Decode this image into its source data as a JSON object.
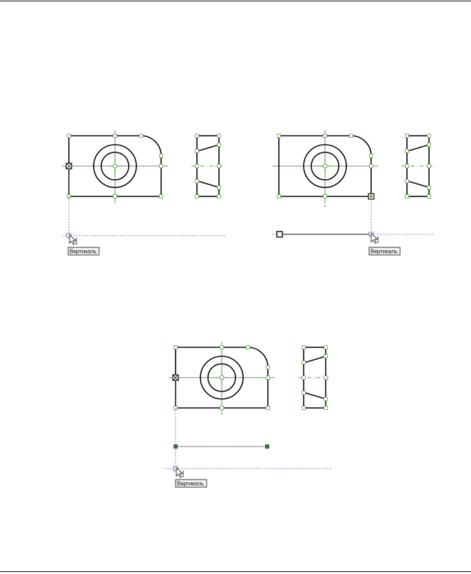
{
  "figures": [
    {
      "id": "fig-1",
      "tooltip": "Вертикаль"
    },
    {
      "id": "fig-2",
      "tooltip": "Вертикаль"
    },
    {
      "id": "fig-3",
      "tooltip": "Вертикаль"
    }
  ],
  "colors": {
    "outline": "#000000",
    "centerline": "#2a7a2a",
    "handle": "#6ab04c",
    "guide": "#4a56a6",
    "tooltip_bg": "#f4f4f4"
  },
  "icons": [
    "cursor-arrow-icon",
    "snap-handle-icon"
  ]
}
